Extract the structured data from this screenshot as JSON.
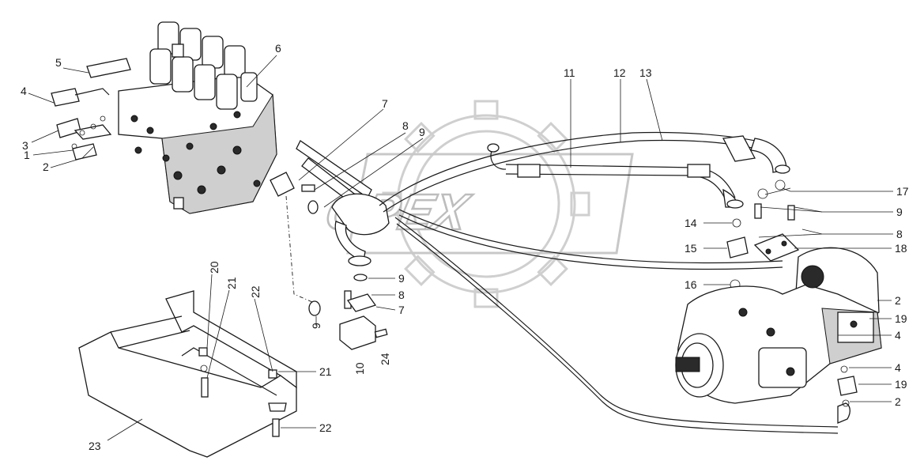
{
  "watermark": {
    "text": "OPEX"
  },
  "callouts": [
    {
      "id": "c1",
      "text": "1"
    },
    {
      "id": "c2",
      "text": "2"
    },
    {
      "id": "c3",
      "text": "3"
    },
    {
      "id": "c4",
      "text": "4"
    },
    {
      "id": "c5",
      "text": "5"
    },
    {
      "id": "c6",
      "text": "6"
    },
    {
      "id": "c7a",
      "text": "7"
    },
    {
      "id": "c8a",
      "text": "8"
    },
    {
      "id": "c9a",
      "text": "9"
    },
    {
      "id": "c11",
      "text": "11"
    },
    {
      "id": "c12",
      "text": "12"
    },
    {
      "id": "c13",
      "text": "13"
    },
    {
      "id": "c17",
      "text": "17"
    },
    {
      "id": "c9b",
      "text": "9"
    },
    {
      "id": "c8b",
      "text": "8"
    },
    {
      "id": "c18",
      "text": "18"
    },
    {
      "id": "c14",
      "text": "14"
    },
    {
      "id": "c15",
      "text": "15"
    },
    {
      "id": "c16",
      "text": "16"
    },
    {
      "id": "c9c",
      "text": "9"
    },
    {
      "id": "c8c",
      "text": "8"
    },
    {
      "id": "c7b",
      "text": "7"
    },
    {
      "id": "c9d",
      "text": "9"
    },
    {
      "id": "c10",
      "text": "10"
    },
    {
      "id": "c24",
      "text": "24"
    },
    {
      "id": "c2b",
      "text": "2"
    },
    {
      "id": "c19a",
      "text": "19"
    },
    {
      "id": "c4b",
      "text": "4"
    },
    {
      "id": "c4c",
      "text": "4"
    },
    {
      "id": "c19b",
      "text": "19"
    },
    {
      "id": "c2c",
      "text": "2"
    },
    {
      "id": "c20",
      "text": "20"
    },
    {
      "id": "c21a",
      "text": "21"
    },
    {
      "id": "c22a",
      "text": "22"
    },
    {
      "id": "c21b",
      "text": "21"
    },
    {
      "id": "c22b",
      "text": "22"
    },
    {
      "id": "c23",
      "text": "23"
    }
  ]
}
